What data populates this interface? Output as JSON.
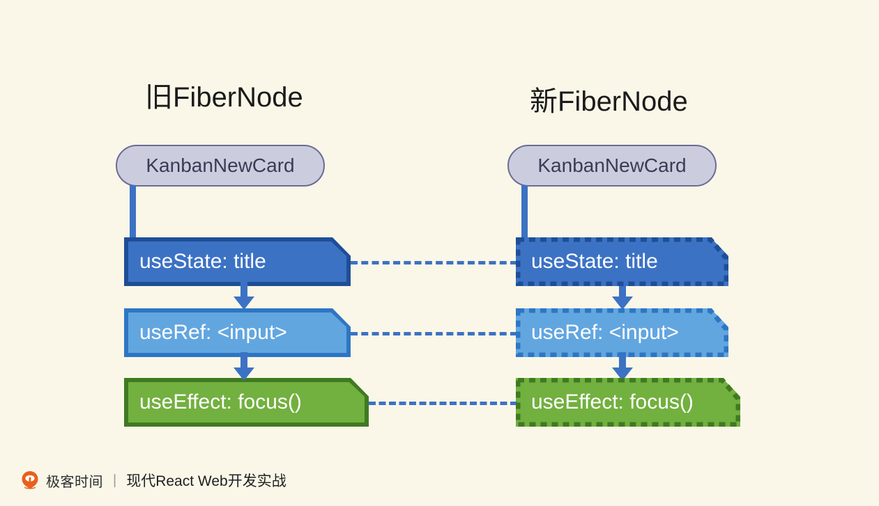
{
  "slide": {
    "background_color": "#faf7e8"
  },
  "columns": [
    {
      "id": "old",
      "title": "旧FiberNode",
      "component": "KanbanNewCard",
      "border_style": "solid",
      "hooks": [
        {
          "label": "useState: title",
          "fill": "#3c72c4",
          "border": "#1f4e96"
        },
        {
          "label": "useRef: <input>",
          "fill": "#62a6e0",
          "border": "#2e76c4"
        },
        {
          "label": "useEffect: focus()",
          "fill": "#72b03f",
          "border": "#3f7a22"
        }
      ]
    },
    {
      "id": "new",
      "title": "新FiberNode",
      "component": "KanbanNewCard",
      "border_style": "dashed",
      "hooks": [
        {
          "label": "useState: title",
          "fill": "#3c72c4",
          "border": "#1f4e96"
        },
        {
          "label": "useRef: <input>",
          "fill": "#62a6e0",
          "border": "#2e76c4"
        },
        {
          "label": "useEffect: focus()",
          "fill": "#72b03f",
          "border": "#3f7a22"
        }
      ]
    }
  ],
  "links": [
    {
      "from": "old.useState",
      "to": "new.useState",
      "style": "dashed",
      "color": "#3c72c4"
    },
    {
      "from": "old.useRef",
      "to": "new.useRef",
      "style": "dashed",
      "color": "#3c72c4"
    },
    {
      "from": "old.useEffect",
      "to": "new.useEffect",
      "style": "dashed",
      "color": "#3c72c4"
    }
  ],
  "arrows": {
    "color": "#3c72c4",
    "direction": "down"
  },
  "pill_style": {
    "fill": "#ccccdf",
    "border": "#6b6b94",
    "text_color": "#3b3b55"
  },
  "footer": {
    "brand": "极客时间",
    "separator": "|",
    "course": "现代React Web开发实战",
    "logo_color": "#e8601c"
  }
}
